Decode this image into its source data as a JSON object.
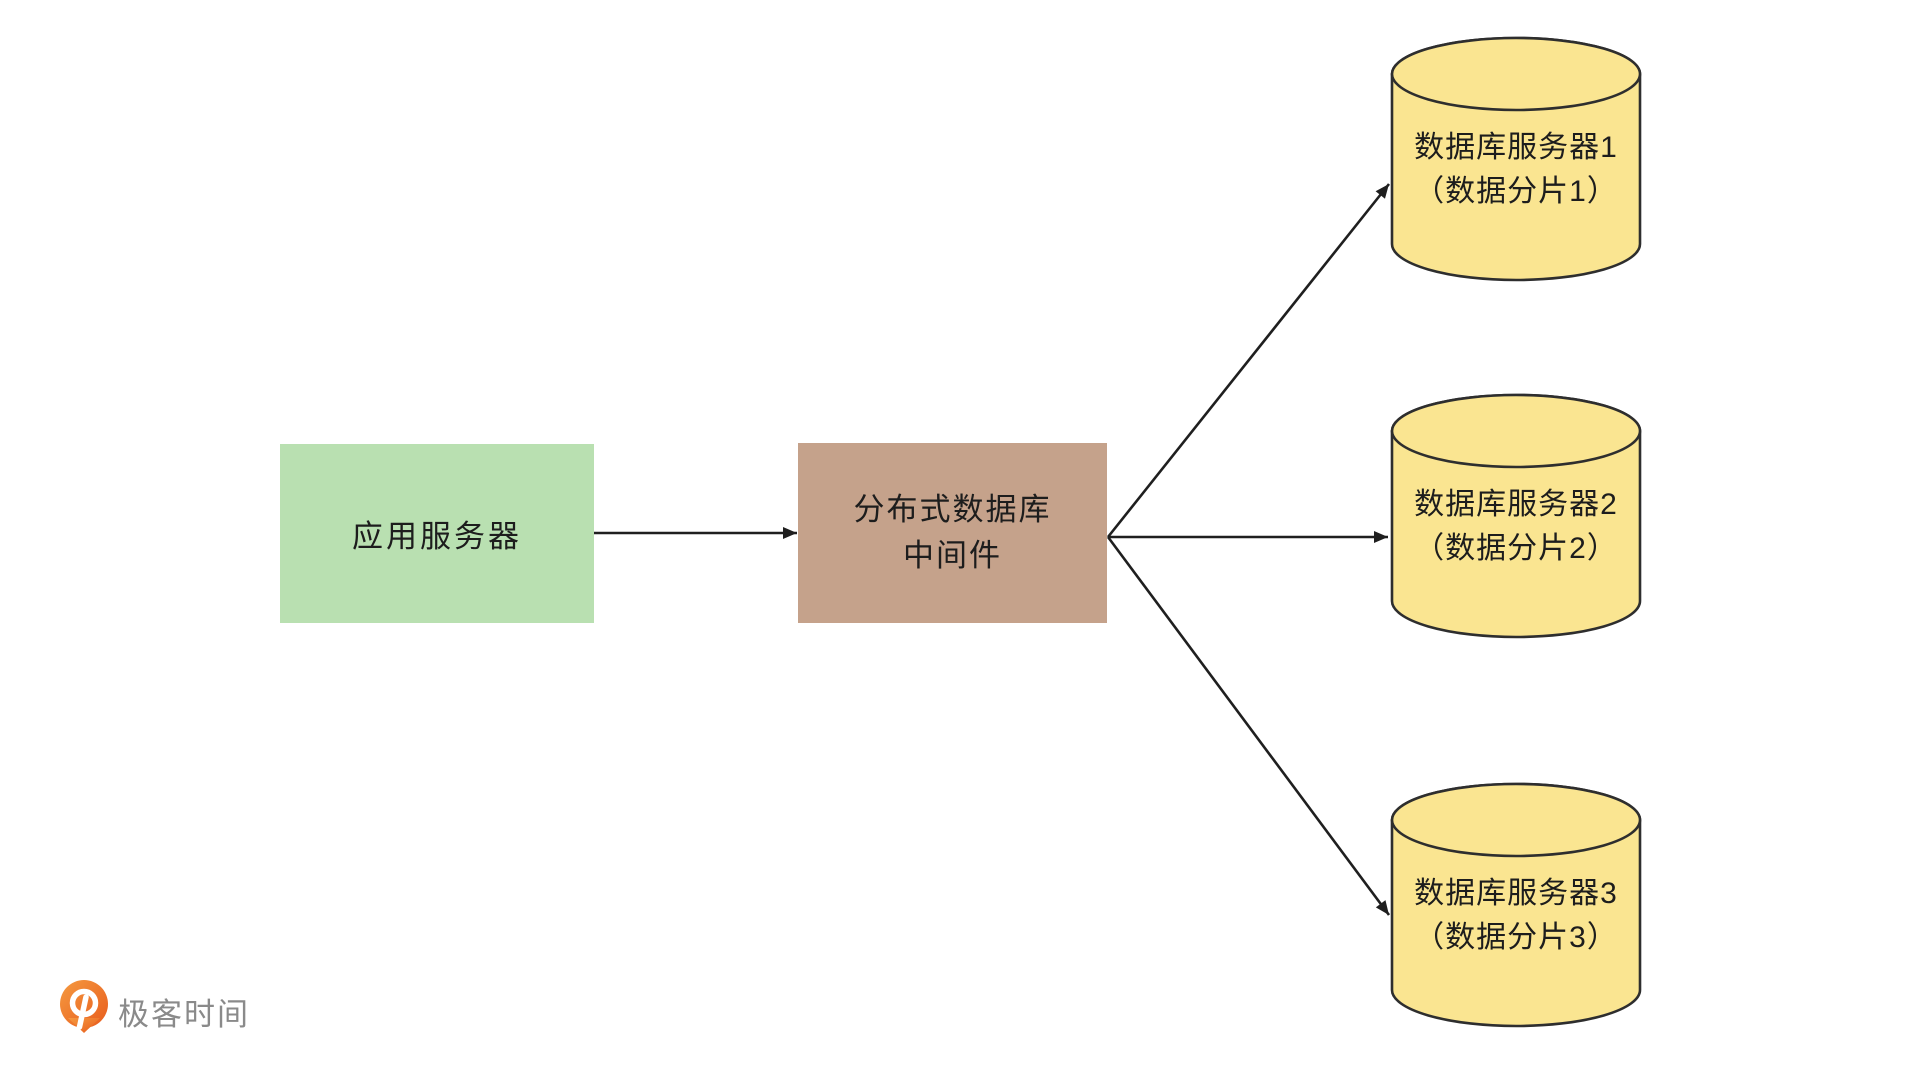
{
  "diagram": {
    "nodes": {
      "app_server": {
        "label": "应用服务器",
        "fill": "#b9e0b1"
      },
      "middleware": {
        "line1": "分布式数据库",
        "line2": "中间件",
        "fill": "#c5a28b"
      },
      "db1": {
        "line1": "数据库服务器1",
        "line2": "（数据分片1）"
      },
      "db2": {
        "line1": "数据库服务器2",
        "line2": "（数据分片2）"
      },
      "db3": {
        "line1": "数据库服务器3",
        "line2": "（数据分片3）"
      }
    },
    "edges": [
      {
        "from": "应用服务器",
        "to": "分布式数据库中间件"
      },
      {
        "from": "分布式数据库中间件",
        "to": "数据库服务器1（数据分片1）"
      },
      {
        "from": "分布式数据库中间件",
        "to": "数据库服务器2（数据分片2）"
      },
      {
        "from": "分布式数据库中间件",
        "to": "数据库服务器3（数据分片3）"
      }
    ]
  },
  "colors": {
    "app_server_fill": "#b9e0b1",
    "middleware_fill": "#c5a28b",
    "database_fill": "#fae591",
    "shape_stroke": "#2e2e2e",
    "arrow": "#1f1f1f",
    "label_text": "#1d1d1d",
    "logo_orange_light": "#f59a40",
    "logo_orange_dark": "#e85c1d",
    "logo_text_gray": "#8a8a8a"
  },
  "branding": {
    "logo_text": "极客时间"
  }
}
